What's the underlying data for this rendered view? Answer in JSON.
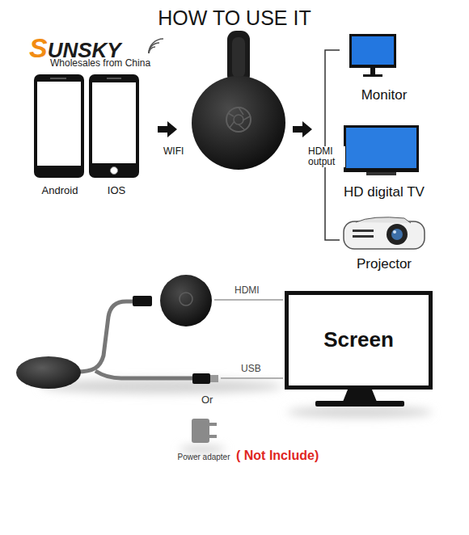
{
  "diagram": {
    "title": "HOW TO USE IT",
    "nodes": [
      {
        "text": [
          "Android"
        ]
      },
      {
        "text": [
          "IOS"
        ]
      },
      {
        "text": [
          "Monitor"
        ]
      },
      {
        "text": [
          "HD digital TV"
        ]
      },
      {
        "text": [
          "Projector"
        ]
      },
      {
        "text": [
          "Screen"
        ]
      },
      {
        "text": [
          "Power adapter"
        ]
      }
    ],
    "labels": [
      "SUNSKY",
      "Wholesales from China",
      "WIFI",
      "HDMI output",
      "HDMI",
      "USB",
      "Or",
      "( Not Include)"
    ]
  }
}
